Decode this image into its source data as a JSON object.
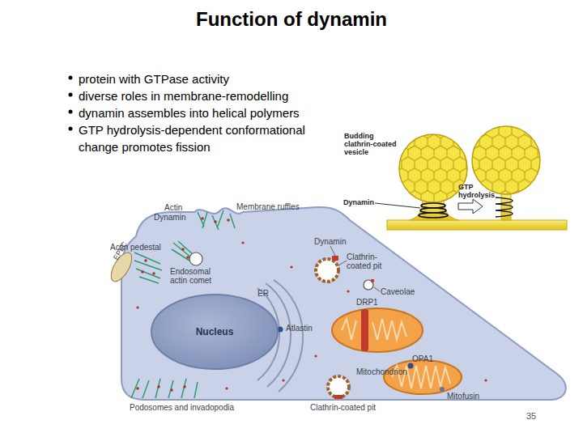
{
  "diagram": {
    "title": "Function of dynamin",
    "nodes": [
      {
        "text": [
          "Nucleus"
        ]
      }
    ],
    "labels": [
      "protein with GTPase activity",
      "diverse roles in membrane-remodelling",
      "dynamin assembles into helical polymers",
      "GTP hydrolysis-dependent conformational change promotes fission",
      "Budding clathrin-coated vesicle",
      "Dynamin",
      "GTP hydrolysis",
      "Actin",
      "Dynamin",
      "Membrane ruffles",
      "Actin pedestal",
      "EPEC",
      "Endosomal actin comet",
      "ER",
      "Atlastin",
      "Dynamin",
      "Clathrin-coated pit",
      "Caveolae",
      "DRP1",
      "Mitochondrion",
      "OPA1",
      "Mitofusin",
      "Podosomes and invadopodia",
      "Clathrin-coated pit",
      "35"
    ]
  }
}
